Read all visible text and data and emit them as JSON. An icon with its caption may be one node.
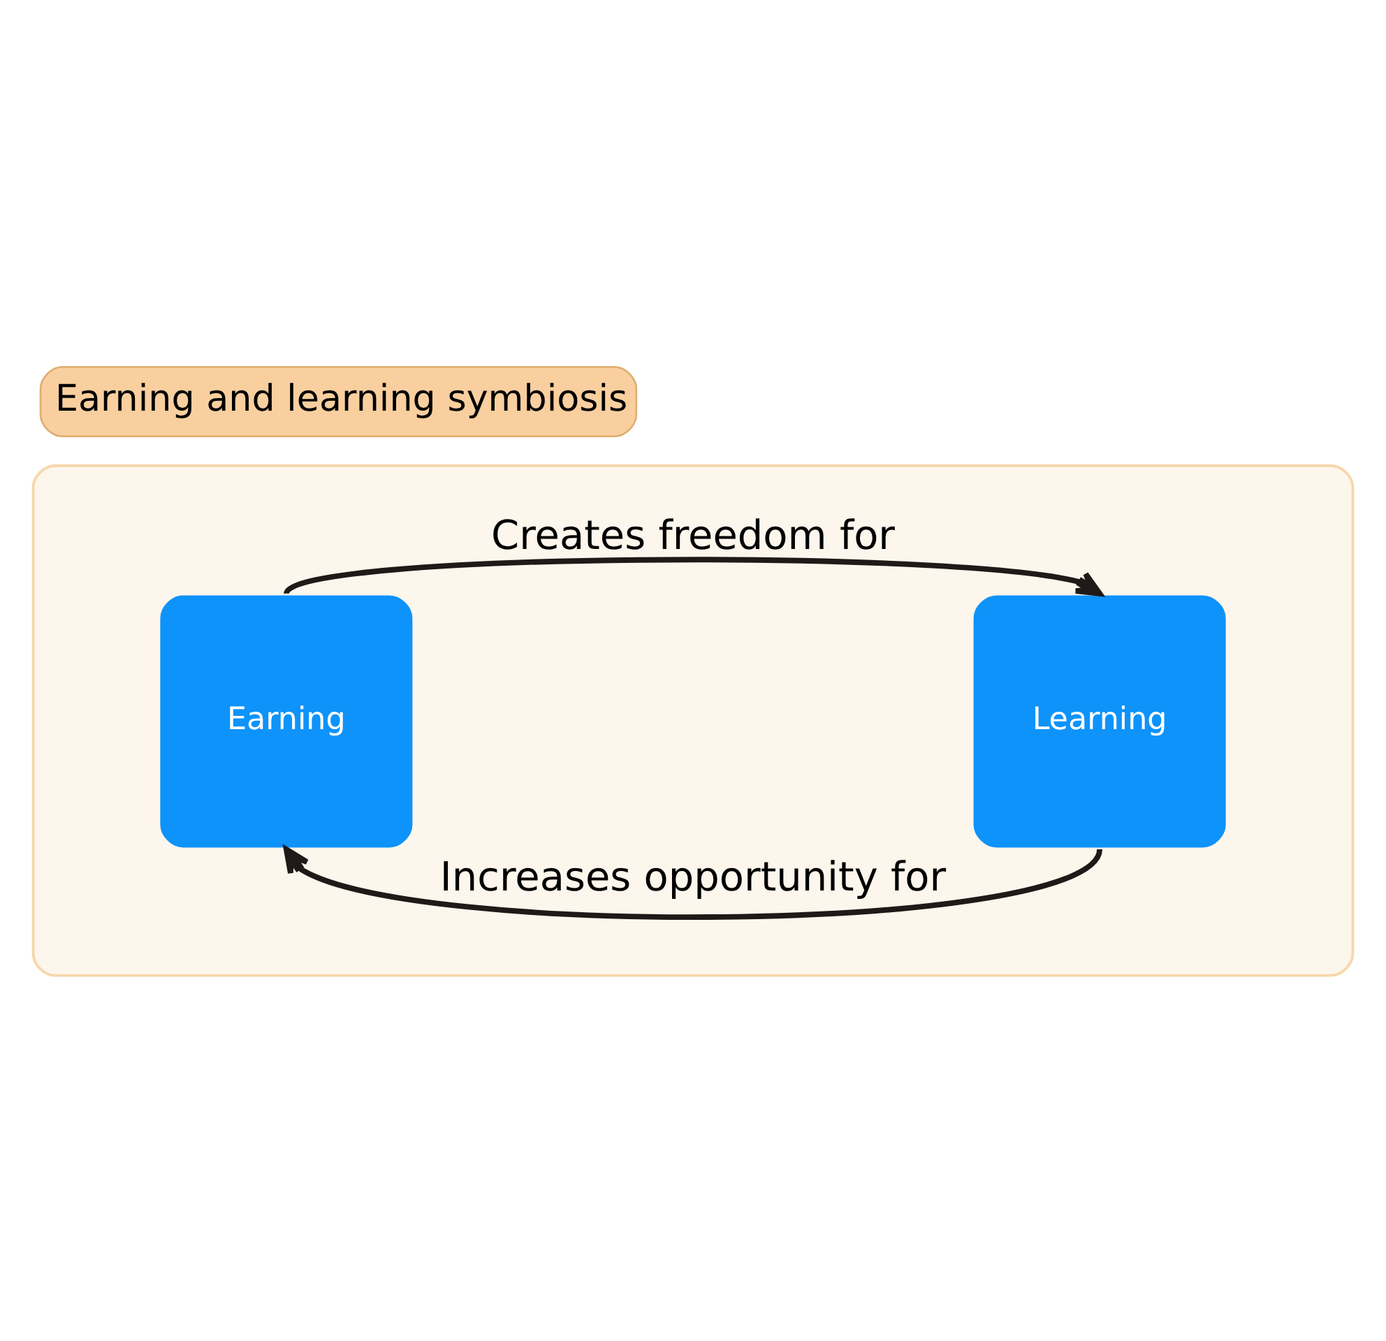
{
  "diagram": {
    "title": "Earning and learning symbiosis",
    "nodes": [
      {
        "text": [],
        "shape": "box"
      },
      {
        "text": [
          "Earning"
        ],
        "in": 0
      },
      {
        "text": [
          "Learning"
        ],
        "in": 0
      }
    ],
    "edges": [
      {
        "from": 1,
        "to": 2,
        "arrow": "to",
        "label": "Creates freedom for"
      },
      {
        "from": 2,
        "to": 1,
        "arrow": "to",
        "label": "Increases opportunity for"
      }
    ]
  }
}
